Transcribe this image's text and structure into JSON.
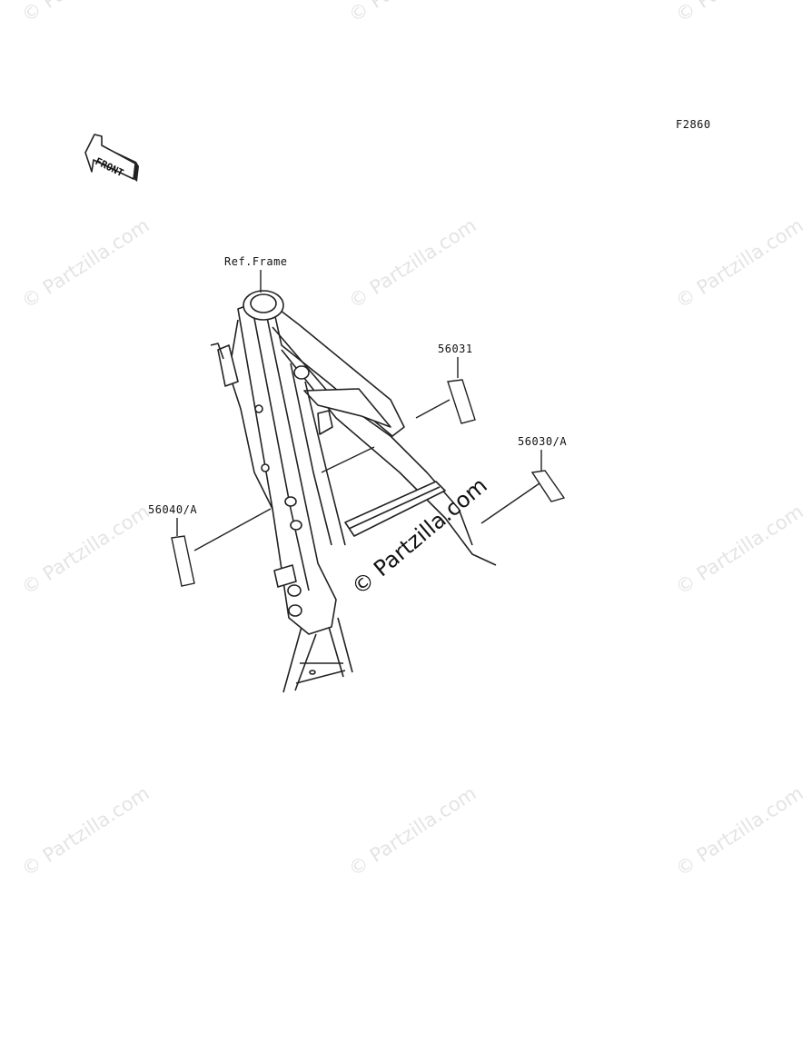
{
  "diagram": {
    "code": "F2860",
    "front_label": "FRONT",
    "ref_label": "Ref.Frame",
    "parts": [
      {
        "id": "56031"
      },
      {
        "id": "56030/A"
      },
      {
        "id": "56040/A"
      }
    ]
  },
  "watermark": {
    "text": "© Partzilla.com",
    "main_text": "© Partzilla.com"
  }
}
